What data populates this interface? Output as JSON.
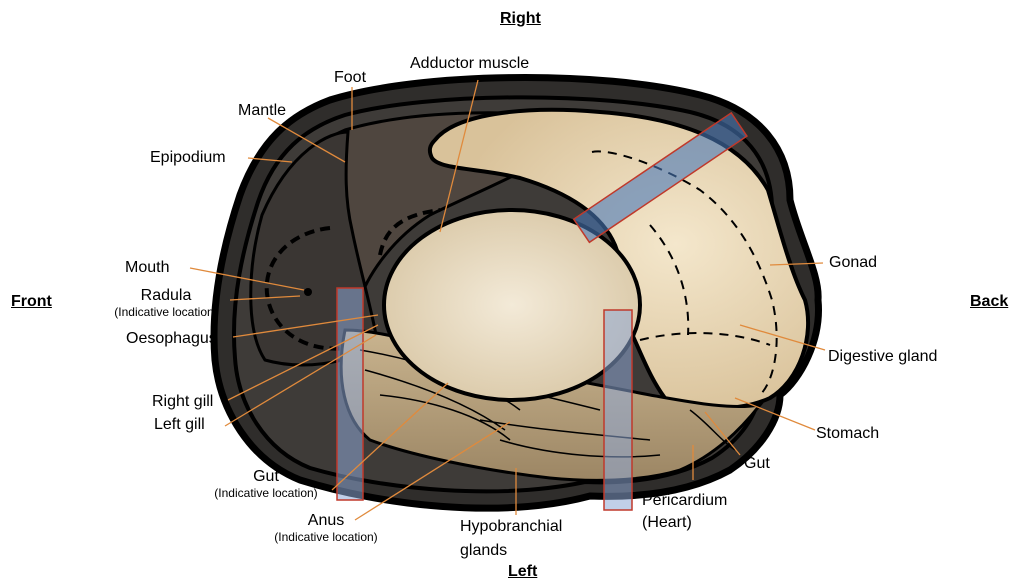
{
  "orientation": {
    "top": "Right",
    "bottom": "Left",
    "left": "Front",
    "right": "Back"
  },
  "labels": {
    "adductor_muscle": "Adductor muscle",
    "foot": "Foot",
    "mantle": "Mantle",
    "epipodium": "Epipodium",
    "mouth": "Mouth",
    "radula": "Radula",
    "radula_note": "(Indicative location)",
    "oesophagus": "Oesophagus",
    "right_gill": "Right gill",
    "left_gill": "Left gill",
    "gut_left": "Gut",
    "gut_left_note": "(Indicative location)",
    "anus": "Anus",
    "anus_note": "(Indicative location)",
    "hypobranchial_line1": "Hypobranchial",
    "hypobranchial_line2": "glands",
    "pericardium_line1": "Pericardium",
    "pericardium_line2": "(Heart)",
    "gut_right": "Gut",
    "stomach": "Stomach",
    "digestive_gland": "Digestive gland",
    "gonad": "Gonad"
  },
  "colors": {
    "leader_line": "#e08a3c",
    "shell_dark": "#3b3937",
    "shell_outline": "#000000",
    "mantle_brown": "#5e5146",
    "tissue_cream": "#e6d2ad",
    "muscle_cream": "#ece0c8",
    "cut_plane_fill": "#8ea8d6",
    "cut_plane_stroke": "#c0392b"
  }
}
